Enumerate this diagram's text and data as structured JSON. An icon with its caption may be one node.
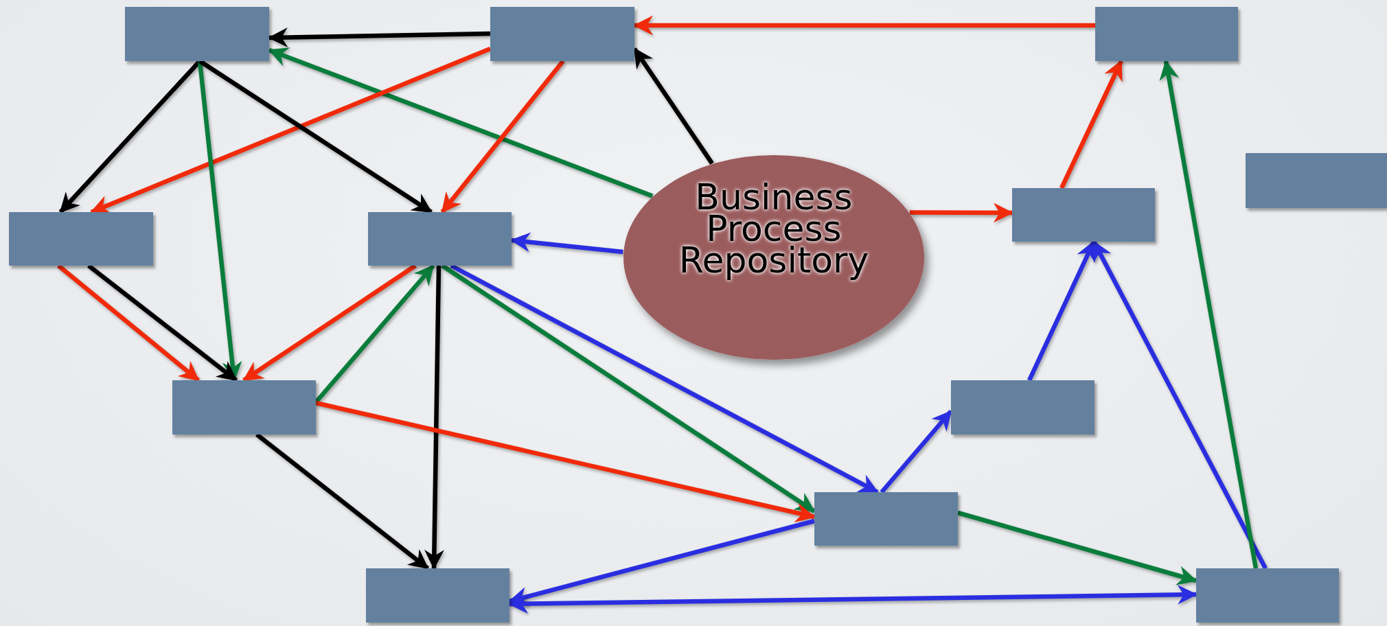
{
  "diagram": {
    "nodes": [
      {
        "text": [],
        "shape": "box"
      },
      {
        "text": [],
        "shape": "box"
      },
      {
        "text": [],
        "shape": "box"
      },
      {
        "text": [],
        "shape": "box"
      },
      {
        "text": [],
        "shape": "box"
      },
      {
        "text": [],
        "shape": "box"
      },
      {
        "text": [
          "Business Process Repository"
        ]
      },
      {
        "text": [],
        "shape": "box"
      },
      {
        "text": [],
        "shape": "box"
      },
      {
        "text": [],
        "shape": "box"
      },
      {
        "text": [],
        "shape": "box"
      },
      {
        "text": [],
        "shape": "box"
      },
      {
        "text": [],
        "shape": "box"
      }
    ],
    "edges": [
      {
        "from": 1,
        "to": 0,
        "arrow": "to",
        "color": "#000000"
      },
      {
        "from": 2,
        "to": 1,
        "arrow": "to",
        "color": "#f02a0a"
      },
      {
        "from": 6,
        "to": 1,
        "arrow": "to",
        "color": "#000000"
      },
      {
        "from": 6,
        "to": 0,
        "arrow": "to",
        "color": "#0a7d3c"
      },
      {
        "from": 1,
        "to": 4,
        "arrow": "to",
        "color": "#f02a0a"
      },
      {
        "from": 1,
        "to": 5,
        "arrow": "to",
        "color": "#f02a0a"
      },
      {
        "from": 0,
        "to": 4,
        "arrow": "to",
        "color": "#000000"
      },
      {
        "from": 0,
        "to": 8,
        "arrow": "to",
        "color": "#0a7d3c"
      },
      {
        "from": 0,
        "to": 5,
        "arrow": "to",
        "color": "#000000"
      },
      {
        "from": 4,
        "to": 8,
        "arrow": "to",
        "color": "#f02a0a"
      },
      {
        "from": 4,
        "to": 8,
        "arrow": "to",
        "color": "#000000"
      },
      {
        "from": 5,
        "to": 8,
        "arrow": "to",
        "color": "#f02a0a"
      },
      {
        "from": 8,
        "to": 5,
        "arrow": "to",
        "color": "#0a7d3c"
      },
      {
        "from": 6,
        "to": 5,
        "arrow": "to",
        "color": "#2a2ee0"
      },
      {
        "from": 6,
        "to": 7,
        "arrow": "to",
        "color": "#f02a0a"
      },
      {
        "from": 7,
        "to": 2,
        "arrow": "to",
        "color": "#f02a0a"
      },
      {
        "from": 5,
        "to": 11,
        "arrow": "to",
        "color": "#000000"
      },
      {
        "from": 8,
        "to": 11,
        "arrow": "to",
        "color": "#000000"
      },
      {
        "from": 5,
        "to": 10,
        "arrow": "to",
        "color": "#0a7d3c"
      },
      {
        "from": 5,
        "to": 10,
        "arrow": "to",
        "color": "#2a2ee0"
      },
      {
        "from": 8,
        "to": 10,
        "arrow": "to",
        "color": "#f02a0a"
      },
      {
        "from": 10,
        "to": 9,
        "arrow": "to",
        "color": "#2a2ee0"
      },
      {
        "from": 9,
        "to": 7,
        "arrow": "to",
        "color": "#2a2ee0"
      },
      {
        "from": 12,
        "to": 7,
        "arrow": "to",
        "color": "#2a2ee0"
      },
      {
        "from": 12,
        "to": 2,
        "arrow": "to",
        "color": "#0a7d3c"
      },
      {
        "from": 10,
        "to": 12,
        "arrow": "to",
        "color": "#0a7d3c"
      },
      {
        "from": 10,
        "to": 11,
        "arrow": "to",
        "color": "#2a2ee0"
      },
      {
        "from": 11,
        "to": 12,
        "arrow": "both",
        "color": "#2a2ee0"
      }
    ]
  }
}
